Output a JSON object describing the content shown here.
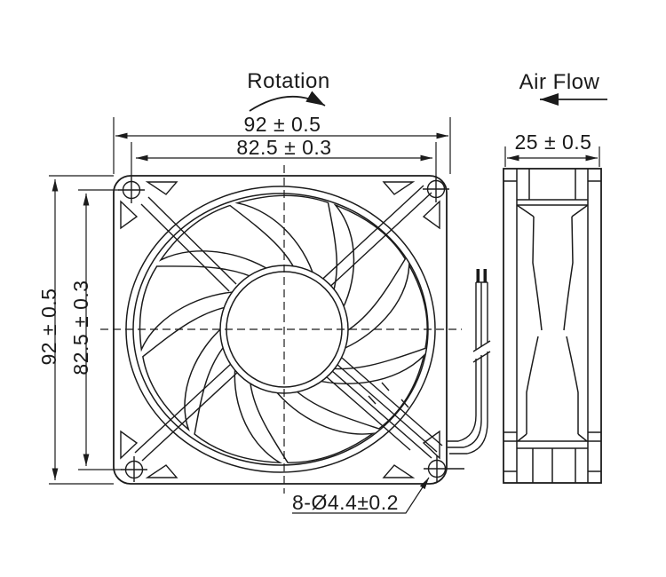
{
  "drawing": {
    "labels": {
      "rotation": "Rotation",
      "air_flow": "Air Flow"
    },
    "front_view": {
      "width_dim": "92 ± 0.5",
      "hole_spacing_width_dim": "82.5 ± 0.3",
      "height_dim": "92 ± 0.5",
      "hole_spacing_height_dim": "82.5 ± 0.3",
      "mounting_holes_dim": "8-Ø4.4±0.2"
    },
    "side_view": {
      "depth_dim": "25 ± 0.5"
    },
    "colors": {
      "line": "#1b1b1b",
      "background": "#ffffff"
    }
  }
}
